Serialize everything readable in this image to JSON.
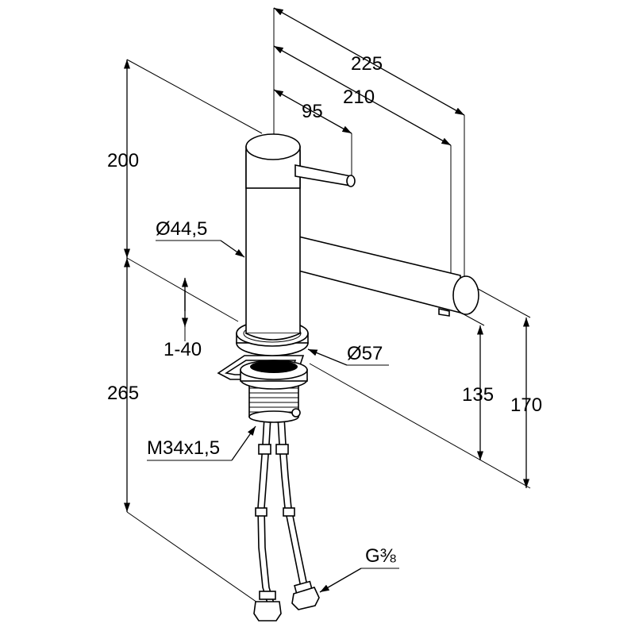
{
  "dimensions": {
    "total_reach": "225",
    "spout_reach": "210",
    "lever_reach": "95",
    "body_height": "200",
    "body_diameter": "Ø44,5",
    "counter_thickness": "1-40",
    "base_diameter": "Ø57",
    "total_height": "265",
    "spout_clearance": "135",
    "outlet_height": "170",
    "mounting_thread": "M34x1,5",
    "hose_connection": "G⅜"
  },
  "colors": {
    "line": "#000000",
    "background": "#ffffff"
  }
}
